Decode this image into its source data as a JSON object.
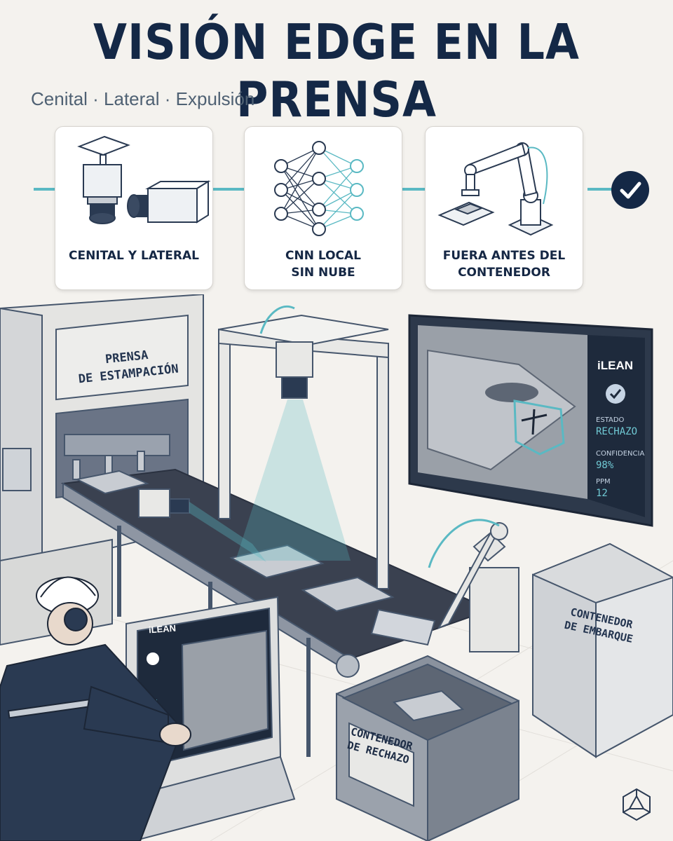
{
  "header": {
    "title": "VISIÓN EDGE EN LA PRENSA",
    "subtitle": "Cenital · Lateral · Expulsión"
  },
  "steps": [
    {
      "label_line1": "CENITAL Y LATERAL",
      "label_line2": "",
      "icon": "camera-icon"
    },
    {
      "label_line1": "CNN LOCAL",
      "label_line2": "SIN NUBE",
      "icon": "neural-network-icon"
    },
    {
      "label_line1": "FUERA ANTES DEL",
      "label_line2": "CONTENEDOR",
      "icon": "robot-arm-icon"
    }
  ],
  "final_step_icon": "check-icon",
  "scene": {
    "press_label_line1": "PRENSA",
    "press_label_line2": "DE ESTAMPACIÓN",
    "shipping_container_line1": "CONTENEDOR",
    "shipping_container_line2": "DE EMBARQUE",
    "reject_container_line1": "CONTENEDOR",
    "reject_container_line2": "DE RECHAZO",
    "hmi_brand": "iLEAN"
  },
  "monitor": {
    "brand": "iLEAN",
    "metrics": [
      {
        "label": "ESTADO",
        "value": "RECHAZO"
      },
      {
        "label": "CONFIDENCIA",
        "value": "98%"
      },
      {
        "label": "PPM",
        "value": "12"
      }
    ]
  },
  "colors": {
    "navy": "#142846",
    "accent_teal": "#5ab9c3",
    "background": "#f4f2ee"
  }
}
